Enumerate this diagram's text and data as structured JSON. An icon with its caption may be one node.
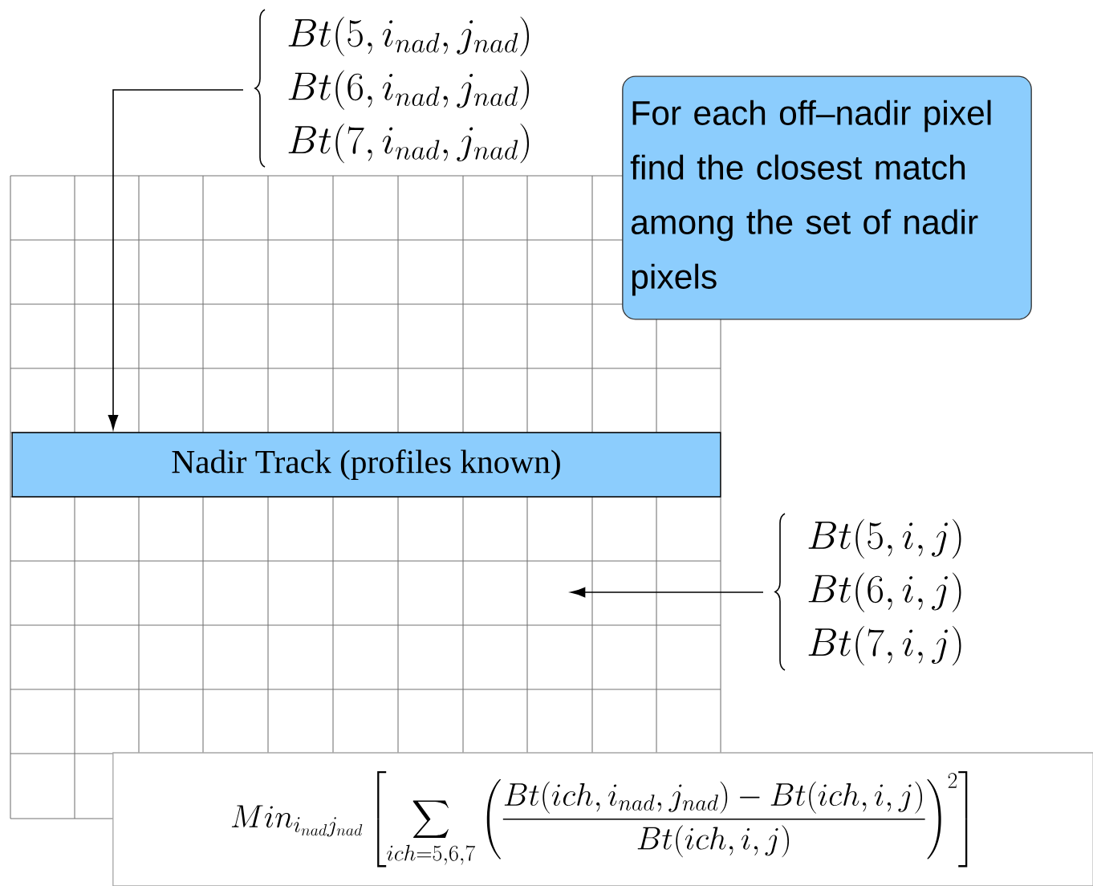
{
  "diagram": {
    "nodes": [
      {
        "text": [
          "Bt(5, i_{nad}, j_{nad})",
          "Bt(6, i_{nad}, j_{nad})",
          "Bt(7, i_{nad}, j_{nad})"
        ]
      },
      {
        "text": [
          "For each off–nadir pixel find the closest match among the set of nadir pixels"
        ]
      },
      {
        "text": [
          "Nadir Track (profiles known)"
        ]
      },
      {
        "text": [
          "Bt(5, i, j)",
          "Bt(6, i, j)",
          "Bt(7, i, j)"
        ]
      },
      {
        "text": [
          "Min_{i_{nad} j_{nad}} \\left[ \\sum_{ich=5,6,7} \\left( \\frac{Bt(ich, i_{nad}, j_{nad}) - Bt(ich, i, j)}{Bt(ich, i, j)} \\right)^{2} \\right]"
        ]
      }
    ],
    "edges": [
      {
        "from": 0,
        "to": 2,
        "arrow": "to"
      },
      {
        "from": 3,
        "to": null,
        "arrow": "to"
      }
    ]
  }
}
